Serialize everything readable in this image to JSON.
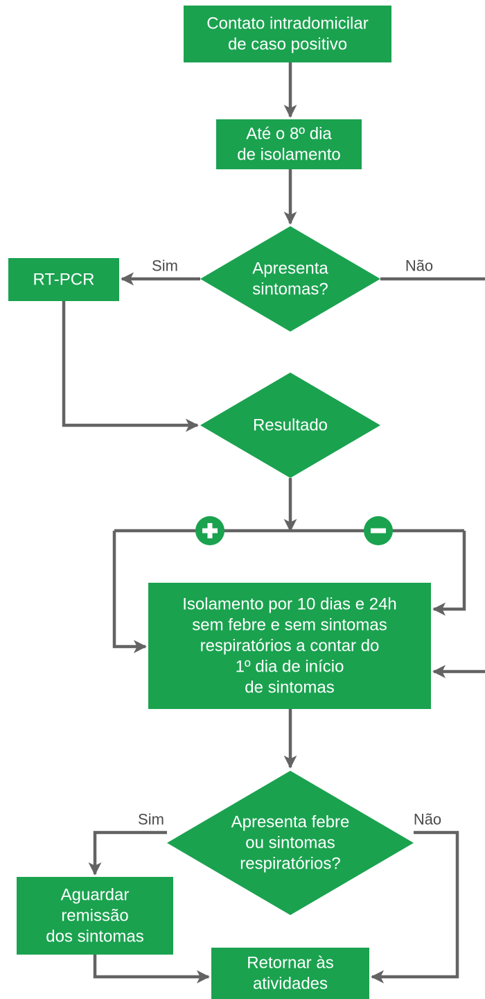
{
  "colors": {
    "node_fill": "#1aa24f",
    "node_text": "#ffffff",
    "arrow": "#636363",
    "label": "#4a4a4a",
    "background": "#ffffff"
  },
  "nodes": {
    "contato": [
      "Contato intradomicilar",
      "de caso positivo"
    ],
    "ate8": [
      "Até o 8º dia",
      "de isolamento"
    ],
    "sintomas": [
      "Apresenta",
      "sintomas?"
    ],
    "rtpcr": [
      "RT-PCR"
    ],
    "resultado": [
      "Resultado"
    ],
    "isolamento": [
      "Isolamento por 10 dias e 24h",
      "sem febre e sem sintomas",
      "respiratórios a contar do",
      "1º dia de início",
      "de sintomas"
    ],
    "febre": [
      "Apresenta febre",
      "ou sintomas",
      "respiratórios?"
    ],
    "aguardar": [
      "Aguardar",
      "remissão",
      "dos sintomas"
    ],
    "retornar": [
      "Retornar às",
      "atividades"
    ]
  },
  "edge_labels": {
    "sintomas_sim": "Sim",
    "sintomas_nao": "Não",
    "febre_sim": "Sim",
    "febre_nao": "Não"
  },
  "markers": {
    "positive_icon": "plus-circle-icon",
    "negative_icon": "minus-circle-icon"
  }
}
